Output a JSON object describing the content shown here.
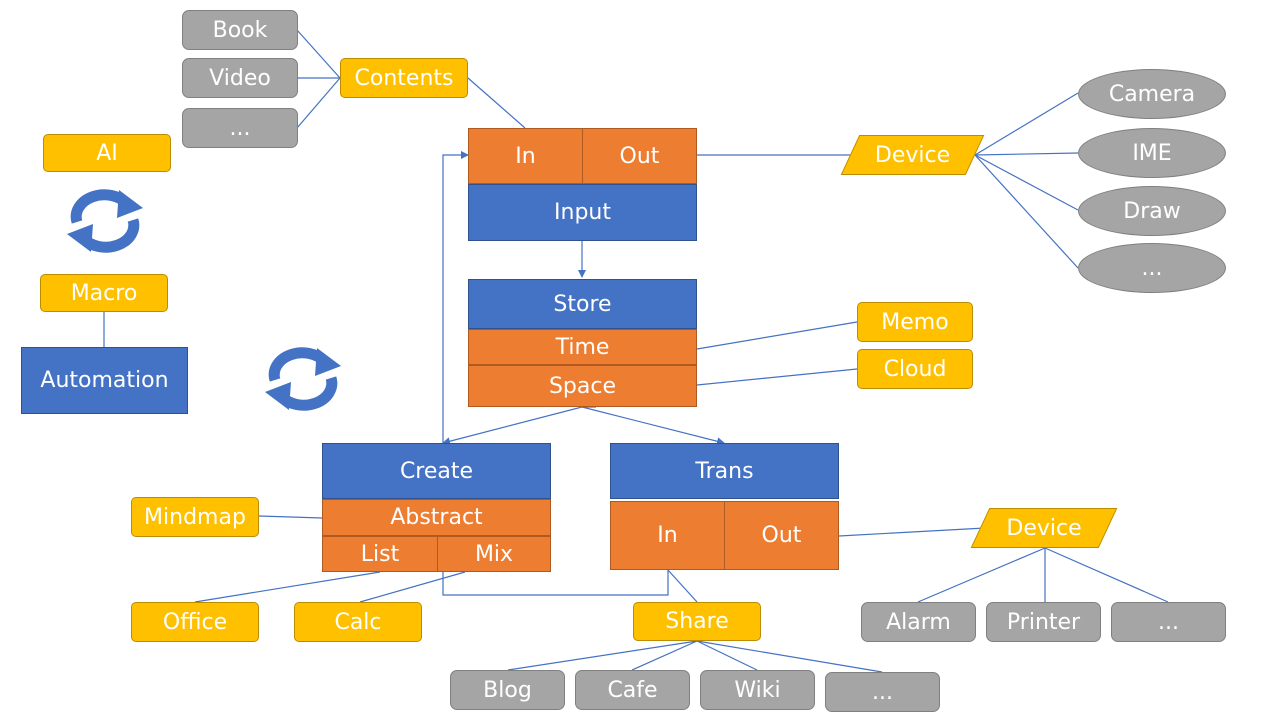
{
  "contents_group": {
    "sources": [
      "Book",
      "Video",
      "..."
    ],
    "contents": "Contents"
  },
  "automation_group": {
    "ai": "AI",
    "macro": "Macro",
    "automation": "Automation"
  },
  "input_block": {
    "in": "In",
    "out": "Out",
    "title": "Input"
  },
  "device_top": {
    "label": "Device",
    "items": [
      "Camera",
      "IME",
      "Draw",
      "..."
    ]
  },
  "store_block": {
    "title": "Store",
    "time": "Time",
    "space": "Space"
  },
  "store_targets": {
    "memo": "Memo",
    "cloud": "Cloud"
  },
  "create_block": {
    "title": "Create",
    "abstract": "Abstract",
    "list": "List",
    "mix": "Mix"
  },
  "create_targets": {
    "mindmap": "Mindmap",
    "office": "Office",
    "calc": "Calc"
  },
  "trans_block": {
    "title": "Trans",
    "in": "In",
    "out": "Out"
  },
  "share": {
    "label": "Share",
    "items": [
      "Blog",
      "Cafe",
      "Wiki",
      "..."
    ]
  },
  "device_bottom": {
    "label": "Device",
    "items": [
      "Alarm",
      "Printer",
      "..."
    ]
  },
  "colors": {
    "gray": "#a5a5a5",
    "yellow": "#ffc000",
    "blue": "#4472c4",
    "orange": "#ed7d31",
    "connector": "#4472c4"
  }
}
